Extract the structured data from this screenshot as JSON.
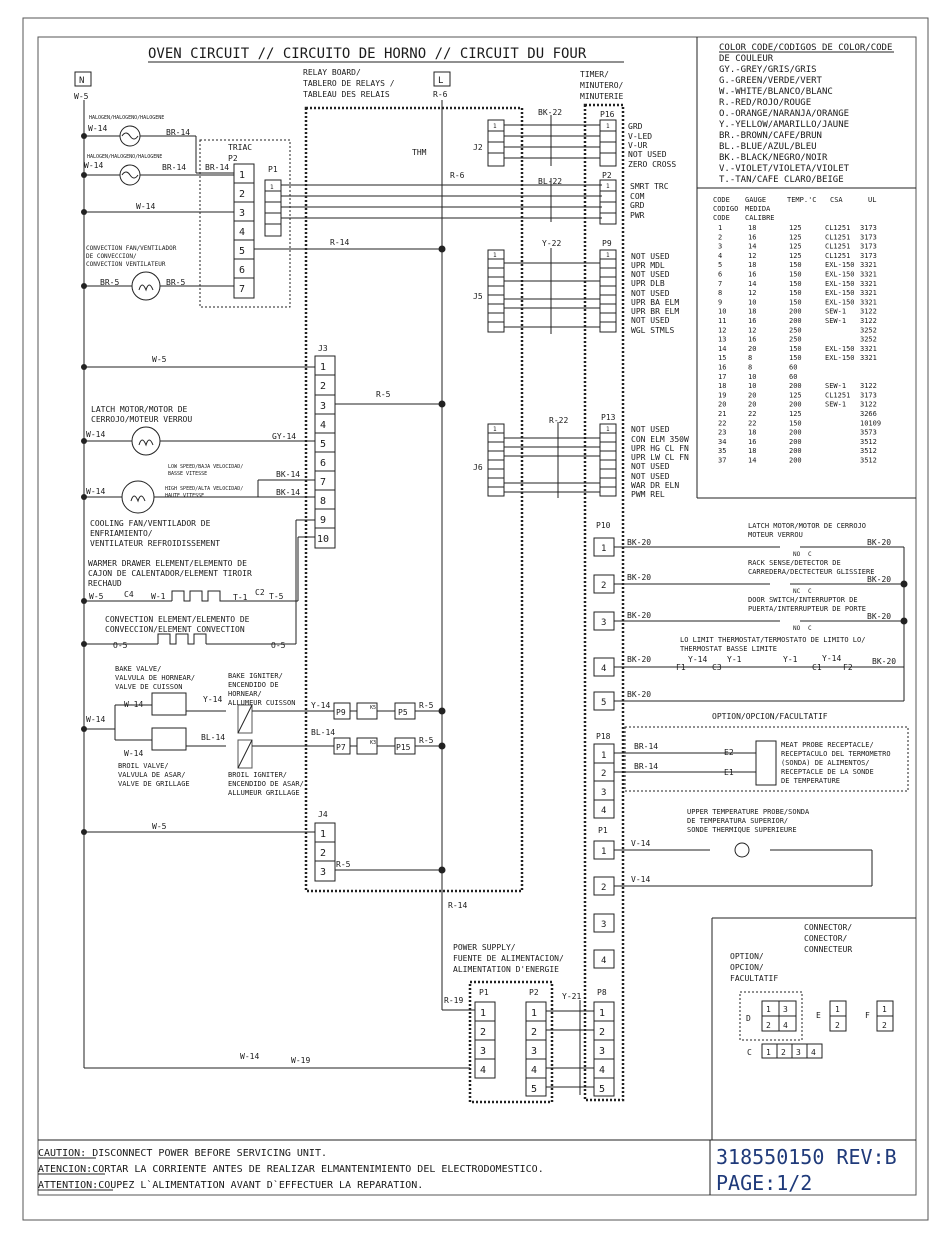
{
  "title": "OVEN CIRCUIT // CIRCUITO DE HORNO // CIRCUIT DU FOUR",
  "color_code": {
    "title": [
      "COLOR CODE/CODIGOS DE COLOR/CODE",
      "DE COULEUR"
    ],
    "entries": [
      "GY.-GREY/GRIS/GRIS",
      "G.-GREEN/VERDE/VERT",
      "W.-WHITE/BLANCO/BLANC",
      "R.-RED/ROJO/ROUGE",
      "O.-ORANGE/NARANJA/ORANGE",
      "Y.-YELLOW/AMARILLO/JAUNE",
      "BR.-BROWN/CAFE/BRUN",
      "BL.-BLUE/AZUL/BLEU",
      "BK.-BLACK/NEGRO/NOIR",
      "V.-VIOLET/VIOLETA/VIOLET",
      "T.-TAN/CAFE CLARO/BEIGE"
    ]
  },
  "gauge_table": {
    "header1": [
      "CODE",
      "GAUGE",
      "TEMP.'C",
      "CSA",
      "UL"
    ],
    "header2": [
      "CODIGO",
      "MEDIDA"
    ],
    "header3": [
      "CODE",
      "CALIBRE"
    ],
    "rows": [
      [
        "1",
        "18",
        "125",
        "CL1251",
        "3173"
      ],
      [
        "2",
        "16",
        "125",
        "CL1251",
        "3173"
      ],
      [
        "3",
        "14",
        "125",
        "CL1251",
        "3173"
      ],
      [
        "4",
        "12",
        "125",
        "CL1251",
        "3173"
      ],
      [
        "5",
        "18",
        "150",
        "EXL-150",
        "3321"
      ],
      [
        "6",
        "16",
        "150",
        "EXL-150",
        "3321"
      ],
      [
        "7",
        "14",
        "150",
        "EXL-150",
        "3321"
      ],
      [
        "8",
        "12",
        "150",
        "EXL-150",
        "3321"
      ],
      [
        "9",
        "10",
        "150",
        "EXL-150",
        "3321"
      ],
      [
        "10",
        "18",
        "200",
        "SEW-1",
        "3122"
      ],
      [
        "11",
        "16",
        "200",
        "SEW-1",
        "3122"
      ],
      [
        "12",
        "12",
        "250",
        "",
        "3252"
      ],
      [
        "13",
        "16",
        "250",
        "",
        "3252"
      ],
      [
        "14",
        "20",
        "150",
        "EXL-150",
        "3321"
      ],
      [
        "15",
        "8",
        "150",
        "EXL-150",
        "3321"
      ],
      [
        "16",
        "8",
        "60",
        "",
        ""
      ],
      [
        "17",
        "10",
        "60",
        "",
        ""
      ],
      [
        "18",
        "10",
        "200",
        "SEW-1",
        "3122"
      ],
      [
        "19",
        "20",
        "125",
        "CL1251",
        "3173"
      ],
      [
        "20",
        "20",
        "200",
        "SEW-1",
        "3122"
      ],
      [
        "21",
        "22",
        "125",
        "",
        "3266"
      ],
      [
        "22",
        "22",
        "150",
        "",
        "10109"
      ],
      [
        "23",
        "18",
        "200",
        "",
        "3573"
      ],
      [
        "34",
        "16",
        "200",
        "",
        "3512"
      ],
      [
        "35",
        "18",
        "200",
        "",
        "3512"
      ],
      [
        "37",
        "14",
        "200",
        "",
        "3512"
      ]
    ]
  },
  "blocks": {
    "n": "N",
    "l": "L",
    "relay_board": [
      "RELAY BOARD/",
      "TABLERO DE RELAYS /",
      "TABLEAU  DES RELAIS"
    ],
    "timer": [
      "TIMER/",
      "MINUTERO/",
      "MINUTERIE"
    ],
    "triac": "TRIAC",
    "thm": "THM",
    "power_supply": [
      "POWER SUPPLY/",
      "FUENTE DE ALIMENTACION/",
      "ALIMENTATION D'ENERGIE"
    ],
    "option": "OPTION/OPCION/FACULTATIF"
  },
  "wires": {
    "w5": "W-5",
    "w14": "W-14",
    "br14": "BR-14",
    "br5": "BR-5",
    "r6": "R-6",
    "r14": "R-14",
    "r5": "R-5",
    "r19": "R-19",
    "gy14": "GY-14",
    "bk14": "BK-14",
    "bk22": "BK-22",
    "bl22": "BL-22",
    "y22": "Y-22",
    "r22": "R-22",
    "y14": "Y-14",
    "bl14": "BL-14",
    "bk20": "BK-20",
    "br14b": "BR-14",
    "v14": "V-14",
    "y21": "Y-21",
    "w19": "W-19",
    "w1": "W-1",
    "t1": "T-1",
    "t5": "T-5",
    "o5": "O-5",
    "y1": "Y-1",
    "c1": "C1",
    "c2": "C2",
    "c3": "C3",
    "c4": "C4",
    "f1": "F1",
    "f2": "F2",
    "e1": "E1",
    "e2": "E2",
    "k5": "K5",
    "k3": "K3"
  },
  "connectors": {
    "p2": "P2",
    "p1": "P1",
    "j3": "J3",
    "j4": "J4",
    "j2": "J2",
    "j5": "J5",
    "j6": "J6",
    "p16": "P16",
    "p9": "P9",
    "p13": "P13",
    "p10": "P10",
    "p18": "P18",
    "p8": "P8",
    "p5": "P5",
    "p7": "P7",
    "p15": "P15",
    "p9b": "P9",
    "one": "1"
  },
  "components": {
    "halogen": "HALOGEN/HALOGENO/HALOGENE",
    "conv_fan": [
      "CONVECTION FAN/VENTILADOR",
      "DE CONVECCION/",
      "CONVECTION VENTILATEUR"
    ],
    "latch_motor": [
      "LATCH MOTOR/MOTOR DE",
      "CERROJO/MOTEUR VERROU"
    ],
    "low_speed": [
      "LOW SPEED/BAJA VELOCIDAD/",
      "BASSE VITESSE"
    ],
    "high_speed": [
      "HIGH SPEED/ALTA VELOCIDAD/",
      "HAUTE VITESSE"
    ],
    "cooling_fan": [
      "COOLING FAN/VENTILADOR DE",
      "ENFRIAMIENTO/",
      "VENTILATEUR REFROIDISSEMENT"
    ],
    "warmer": [
      "WARMER DRAWER ELEMENT/ELEMENTO DE",
      "CAJON DE CALENTADOR/ELEMENT TIROIR",
      "RECHAUD"
    ],
    "conv_element": [
      "CONVECTION ELEMENT/ELEMENTO DE",
      "CONVECCION/ELEMENT CONVECTION"
    ],
    "bake_valve": [
      "BAKE VALVE/",
      "VALVULA DE HORNEAR/",
      "VALVE DE CUISSON"
    ],
    "bake_igniter": [
      "BAKE IGNITER/",
      "ENCENDIDO DE",
      "HORNEAR/",
      "ALLUMEUR CUISSON"
    ],
    "broil_valve": [
      "BROIL VALVE/",
      "VALVULA DE ASAR/",
      "VALVE DE GRILLAGE"
    ],
    "broil_igniter": [
      "BROIL IGNITER/",
      "ENCENDIDO DE ASAR/",
      "ALLUMEUR GRILLAGE"
    ],
    "latch_motor_r": [
      "LATCH MOTOR/MOTOR DE CERROJO",
      "MOTEUR VERROU"
    ],
    "rack_sense": [
      "RACK SENSE/DETECTOR DE",
      "CARREDERA/DECTECTEUR GLISSIERE"
    ],
    "door_switch": [
      "DOOR SWITCH/INTERRUPTOR DE",
      "PUERTA/INTERRUPTEUR DE PORTE"
    ],
    "lo_limit": [
      "LO LIMIT THERMOSTAT/TERMOSTATO DE LIMITO LO/",
      "THERMOSTAT BASSE LIMITE"
    ],
    "meat_probe": [
      "MEAT PROBE RECEPTACLE/",
      "RECEPTACULO DEL TERMOMETRO",
      "(SONDA) DE ALIMENTOS/",
      "RECEPTACLE DE LA SONDE",
      "DE TEMPERATURE"
    ],
    "upper_probe": [
      "UPPER TEMPERATURE PROBE/SONDA",
      "DE TEMPERATURA SUPERIOR/",
      "SONDE THERMIQUE SUPERIEURE"
    ],
    "no": "NO",
    "nc": "NC",
    "c": "C"
  },
  "p16_labels": [
    "GRD",
    "V-LED",
    "V-UR",
    "NOT USED",
    "ZERO CROSS"
  ],
  "p2_labels": [
    "SMRT TRC",
    "COM",
    "GRD",
    "PWR"
  ],
  "p9_labels": [
    "NOT USED",
    "UPR MDL",
    "NOT USED",
    "UPR DLB",
    "NOT USED",
    "UPR BA ELM",
    "UPR BR ELM",
    "NOT USED",
    "WGL STMLS"
  ],
  "p13_labels": [
    "NOT USED",
    "CON ELM 350W",
    "UPR HG CL FN",
    "UPR LW CL FN",
    "NOT USED",
    "NOT USED",
    "WAR DR ELN",
    "PWM REL"
  ],
  "connector_legend": {
    "title": [
      "CONNECTOR/",
      "CONECTOR/",
      "CONNECTEUR"
    ],
    "option": [
      "OPTION/",
      "OPCION/",
      "FACULTATIF"
    ],
    "d": "D",
    "e": "E",
    "f": "F",
    "c": "C"
  },
  "caution": {
    "caution_label": "CAUTION:",
    "caution_text": " DISCONNECT POWER BEFORE SERVICING UNIT.",
    "atencion_label": "ATENCION:",
    "atencion_text": "CORTAR LA CORRIENTE ANTES DE REALIZAR ELMANTENIMIENTO DEL ELECTRODOMESTICO.",
    "attention_label": "ATTENTION:",
    "attention_text": "COUPEZ L`ALIMENTATION AVANT D`EFFECTUER LA REPARATION."
  },
  "part_number": "318550150 REV:B",
  "page": "PAGE:1/2",
  "colors": {
    "line": "#222222",
    "part_blue": "#1f3a7a"
  }
}
